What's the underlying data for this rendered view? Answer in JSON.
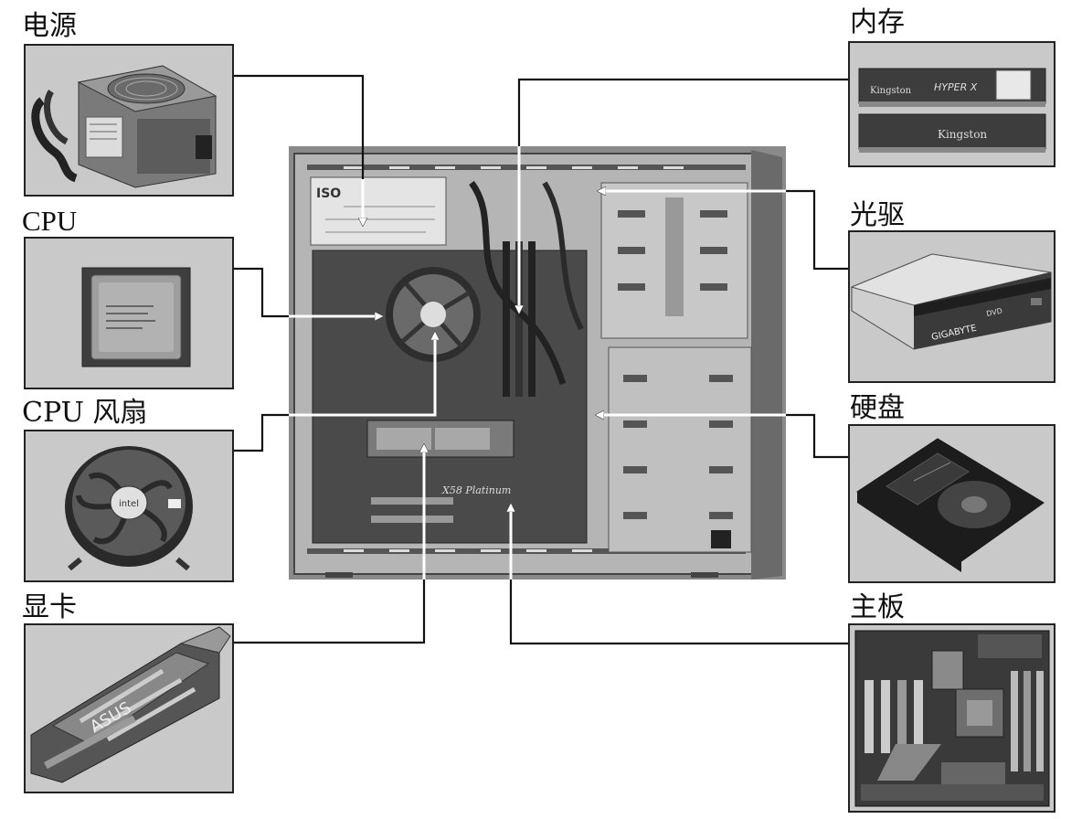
{
  "labels": {
    "psu": "电源",
    "cpu": "CPU",
    "cpu_fan": "CPU 风扇",
    "gpu": "显卡",
    "ram": "内存",
    "optical": "光驱",
    "hdd": "硬盘",
    "motherboard": "主板"
  },
  "printed_text": {
    "psu_brand": "ISO",
    "ram_brand": "Kingston",
    "ram_series": "HYPER X",
    "optical_brand": "GIGABYTE",
    "optical_dvd": "DVD",
    "gpu_brand": "ASUS",
    "cpu_fan_brand": "intel",
    "case_board": "X58 Platinum"
  },
  "colors": {
    "line": "#111111",
    "arrow": "#ffffff",
    "panel_bg": "#c9c9c9",
    "case_bg": "#8a8a8a"
  }
}
